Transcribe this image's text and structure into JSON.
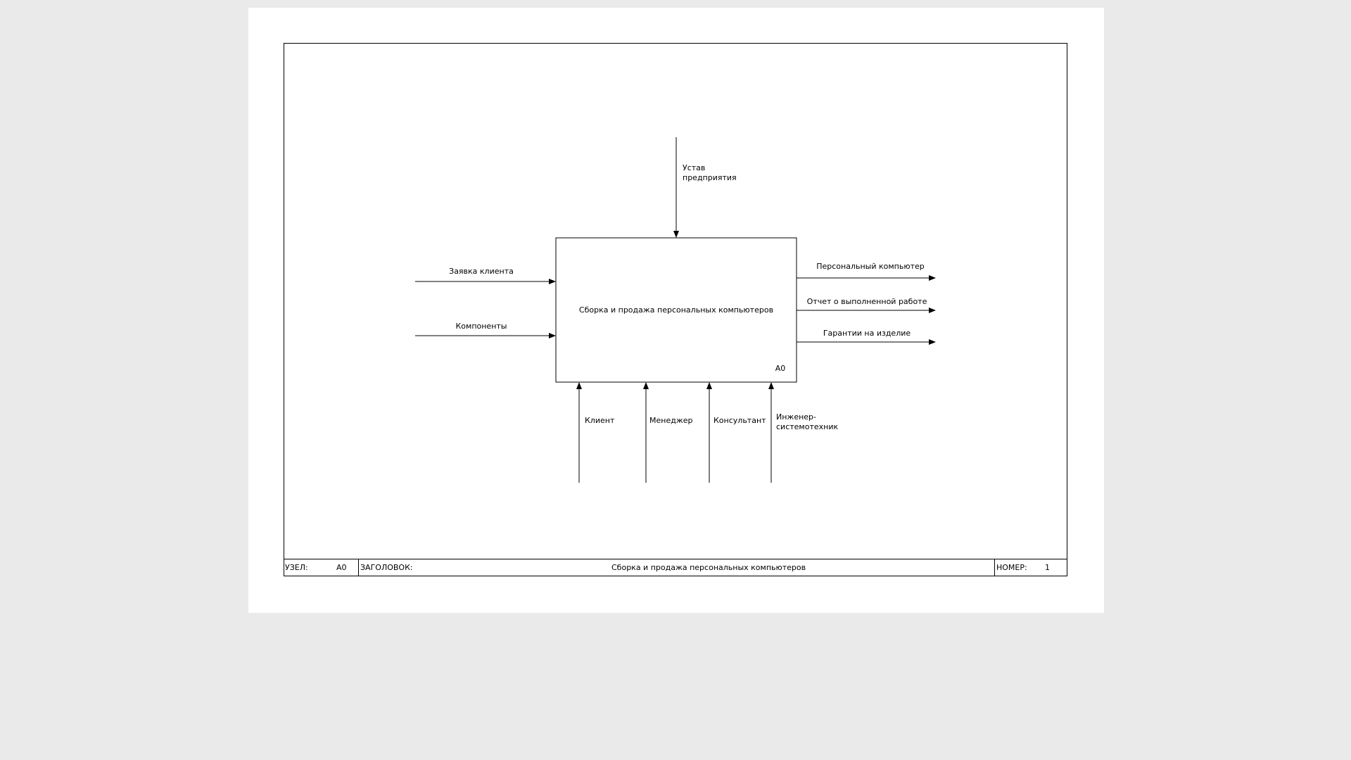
{
  "diagram": {
    "box": {
      "title": "Сборка и продажа персональных компьютеров",
      "node_id": "A0"
    },
    "control": {
      "line1": "Устав",
      "line2": "предприятия"
    },
    "inputs": [
      "Заявка клиента",
      "Компоненты"
    ],
    "outputs": [
      "Персональный компьютер",
      "Отчет о выполненной работе",
      "Гарантии на изделие"
    ],
    "mechanisms": [
      "Клиент",
      "Менеджер",
      "Консультант"
    ],
    "mechanism4": {
      "line1": "Инженер-",
      "line2": "системотехник"
    }
  },
  "footer": {
    "node_label": "УЗЕЛ:",
    "node_value": "A0",
    "title_label": "ЗАГОЛОВОК:",
    "title_value": "Сборка и продажа персональных компьютеров",
    "number_label": "НОМЕР:",
    "number_value": "1"
  }
}
